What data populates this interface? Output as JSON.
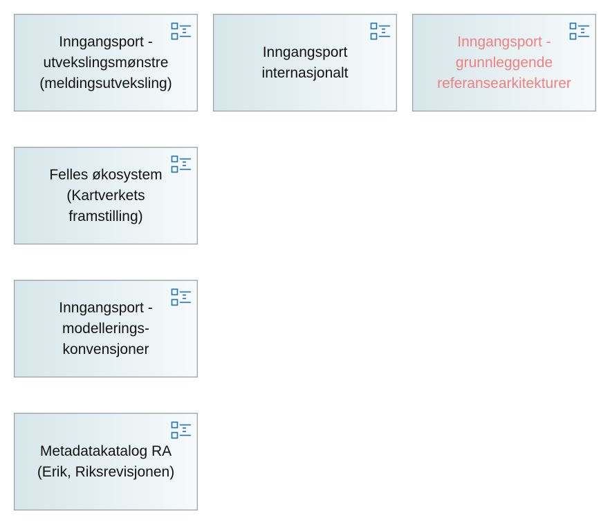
{
  "diagram": {
    "elements": [
      {
        "label": "Inngangsport -\nutvekslingsmønstre\n(meldingsutveksling)",
        "icon": "grouping-list-icon",
        "state": "normal"
      },
      {
        "label": "Inngangsport\ninternasjonalt",
        "icon": "grouping-list-icon",
        "state": "normal"
      },
      {
        "label": "Inngangsport -\ngrunnleggende\nreferansearkitekturer",
        "icon": "grouping-list-icon",
        "state": "dimmed"
      },
      {
        "label": "Felles økosystem\n(Kartverkets\nframstilling)",
        "icon": "grouping-list-icon",
        "state": "normal"
      },
      {
        "label": "Inngangsport -\nmodellerings-\nkonvensjoner",
        "icon": "grouping-list-icon",
        "state": "normal"
      },
      {
        "label": "Metadatakatalog RA\n(Erik, Riksrevisjonen)",
        "icon": "grouping-list-icon",
        "state": "normal"
      }
    ],
    "colors": {
      "icon": "#1f6fb5",
      "dimmed_text": "#f08080",
      "text": "#111111",
      "border": "#9aa3a8"
    }
  }
}
